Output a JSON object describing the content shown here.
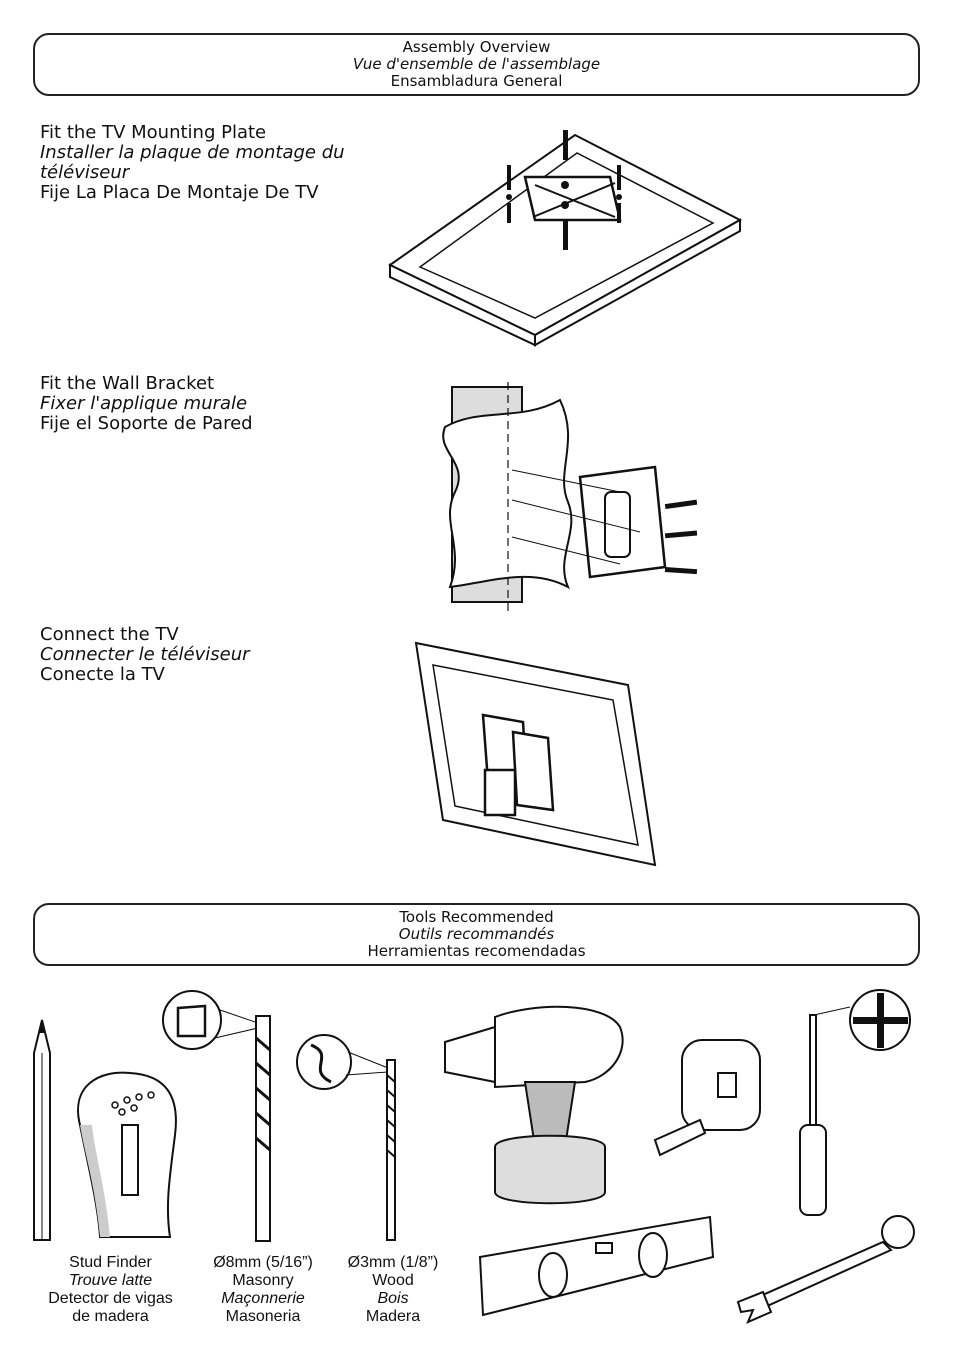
{
  "overview": {
    "en": "Assembly Overview",
    "fr": "Vue d'ensemble de l'assemblage",
    "es": "Ensambladura General"
  },
  "steps": [
    {
      "en": "Fit the TV Mounting Plate",
      "fr": "Installer la plaque de montage du téléviseur",
      "es": "Fije La Placa De Montaje De TV"
    },
    {
      "en": "Fit the Wall Bracket",
      "fr": "Fixer l'applique murale",
      "es": "Fije el Soporte de Pared"
    },
    {
      "en": "Connect the TV",
      "fr": "Connecter le téléviseur",
      "es": "Conecte la TV"
    }
  ],
  "tools_header": {
    "en": "Tools Recommended",
    "fr": "Outils recommandés",
    "es": "Herramientas recomendadas"
  },
  "tools": [
    {
      "en": "Stud Finder",
      "fr": "Trouve latte",
      "es1": "Detector de vigas",
      "es2": "de madera"
    },
    {
      "en1": "Ø8mm (5/16”)",
      "en2": "Masonry",
      "fr": "Maçonnerie",
      "es": "Masoneria"
    },
    {
      "en1": "Ø3mm (1/8”)",
      "en2": "Wood",
      "fr": "Bois",
      "es": "Madera"
    }
  ]
}
